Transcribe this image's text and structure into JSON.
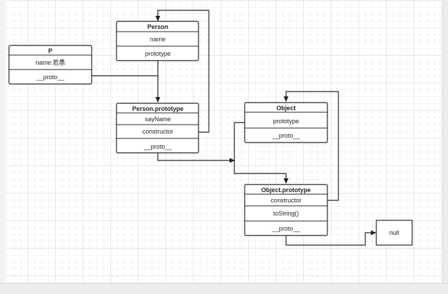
{
  "boxes": {
    "person": {
      "title": "Person",
      "rows": [
        "name",
        "prototype"
      ]
    },
    "p": {
      "title": "P",
      "rows": [
        "name:若愚",
        "__proto__"
      ]
    },
    "person_prototype": {
      "title": "Person.prototype",
      "rows": [
        "sayName",
        "constructor",
        "__proto__"
      ]
    },
    "object": {
      "title": "Object",
      "rows": [
        "prototype",
        "__proto__"
      ]
    },
    "object_prototype": {
      "title": "Object.prototype",
      "rows": [
        "constructor",
        "toString()",
        "__proto__"
      ]
    },
    "null_box": {
      "label": "null"
    }
  },
  "colors": {
    "stroke": "#222222",
    "background": "#ffffff",
    "grid": "#e6e6e6"
  }
}
